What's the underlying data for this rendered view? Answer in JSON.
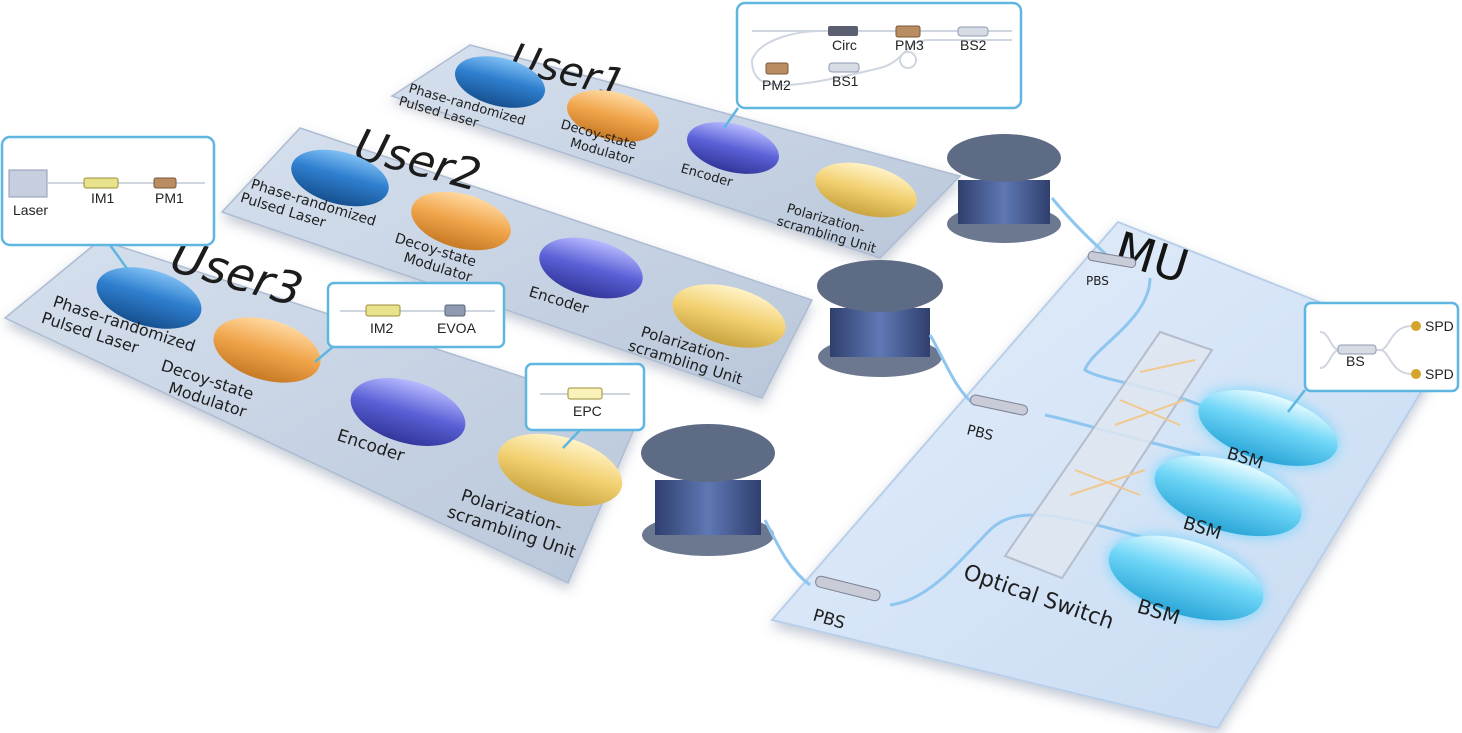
{
  "users": [
    {
      "title": "User1",
      "laser": [
        "Phase-randomized",
        "Pulsed Laser"
      ],
      "modulator": [
        "Decoy-state",
        "Modulator"
      ],
      "encoder": "Encoder",
      "scrambler": [
        "Polarization-",
        "scrambling Unit"
      ]
    },
    {
      "title": "User2",
      "laser": [
        "Phase-randomized",
        "Pulsed Laser"
      ],
      "modulator": [
        "Decoy-state",
        "Modulator"
      ],
      "encoder": "Encoder",
      "scrambler": [
        "Polarization-",
        "scrambling Unit"
      ]
    },
    {
      "title": "User3",
      "laser": [
        "Phase-randomized",
        "Pulsed Laser"
      ],
      "modulator": [
        "Decoy-state",
        "Modulator"
      ],
      "encoder": "Encoder",
      "scrambler": [
        "Polarization-",
        "scrambling Unit"
      ]
    }
  ],
  "mu": {
    "title": "MU",
    "pbs": [
      "PBS",
      "PBS",
      "PBS"
    ],
    "switch": "Optical Switch",
    "bsm": [
      "BSM",
      "BSM",
      "BSM"
    ]
  },
  "callouts": {
    "laser_box": {
      "laser": "Laser",
      "im1": "IM1",
      "pm1": "PM1"
    },
    "mod_box": {
      "im2": "IM2",
      "evoa": "EVOA"
    },
    "epc_box": {
      "epc": "EPC"
    },
    "encoder_box": {
      "circ": "Circ",
      "pm3": "PM3",
      "bs2": "BS2",
      "pm2": "PM2",
      "bs1": "BS1"
    },
    "bsm_box": {
      "bs": "BS",
      "spd1": "SPD",
      "spd2": "SPD"
    }
  },
  "colors": {
    "laser": "#2f7fcf",
    "modulator": "#f0a44a",
    "encoder": "#5a60d6",
    "scrambler": "#f2d070",
    "bsm": "#49c6f0",
    "panel": "#c9d6e8",
    "mu_panel": "#cfe0f5",
    "callout_border": "#5fb6e0"
  }
}
